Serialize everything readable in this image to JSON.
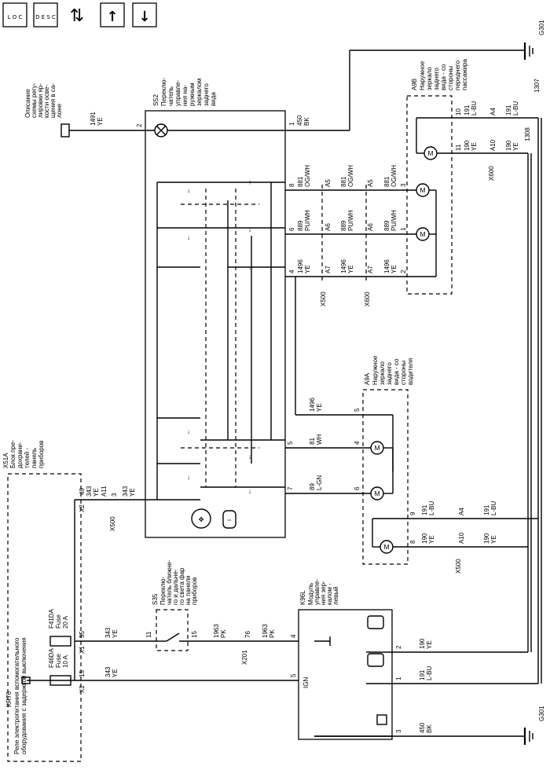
{
  "nav": {
    "loc": "L O C",
    "desc": "D E S C",
    "tools": "⇅",
    "up": "↑",
    "down": "↓"
  },
  "ground_top": "G301",
  "ground_bottom": "G301",
  "s52": {
    "id": "S52",
    "lines": [
      "Переклю-",
      "чатель",
      "управле-",
      "ния на-",
      "ружным",
      "зеркалом",
      "заднего",
      "вида"
    ]
  },
  "note": {
    "lines": [
      "Описание",
      "схемы регу-",
      "лировки яр-",
      "кости осве-",
      "щения в са-",
      "лоне"
    ]
  },
  "a9b": {
    "id": "A9B",
    "lines": [
      "Наружное",
      "зеркало",
      "заднего",
      "вида - со",
      "стороны",
      "переднего",
      "пассажира"
    ]
  },
  "a9a": {
    "id": "A9A",
    "lines": [
      "Наружное",
      "зеркало",
      "заднего",
      "вида - со",
      "стороны",
      "водителя"
    ]
  },
  "x51a": {
    "id": "X51A",
    "lines": [
      "Блок пре-",
      "дохрани-",
      "телей -",
      "панель",
      "приборов"
    ]
  },
  "kr76": {
    "id": "KR76",
    "lines": [
      "Реле электропитания вспомогательного",
      "оборудования с задержкой выключения"
    ]
  },
  "fuse_f41da": [
    "F41DA",
    "Fuse",
    "20 A"
  ],
  "fuse_f46da": [
    "F46DA",
    "Fuse",
    "10 A"
  ],
  "s35": {
    "id": "S35",
    "lines": [
      "Переклю-",
      "чатель ближне-",
      "го и дальне-",
      "го света фар",
      "на панели",
      "приборов"
    ]
  },
  "k96l": {
    "id": "K96L",
    "lines": [
      "Модуль",
      "управле-",
      "ния зер-",
      "калом -",
      "левый"
    ]
  },
  "connectors": {
    "x500": "X500",
    "x600": "X600",
    "x201": "X201",
    "x1": "X1",
    "x2": "X2",
    "ign": "IGN"
  },
  "pins": {
    "a11": "A11",
    "a5": "A5",
    "a6": "A6",
    "a7": "A7",
    "a4": "A4",
    "a10": "A10",
    "p2": "2",
    "p3": "3",
    "p4": "4",
    "p5": "5",
    "p6": "6",
    "p7": "7",
    "p8": "8",
    "p9": "9",
    "p10": "10",
    "p11": "11",
    "p1": "1",
    "p15": "15",
    "p49": "49",
    "p55": "55",
    "p76": "76"
  },
  "wires": {
    "w1491": [
      "1491",
      "YE"
    ],
    "w450": [
      "450",
      "BK"
    ],
    "w881": [
      "881",
      "OG/WH"
    ],
    "w889": [
      "889",
      "PU/WH"
    ],
    "w1496": [
      "1496",
      "YE"
    ],
    "w81": [
      "81",
      "WH"
    ],
    "w89": [
      "89",
      "L-GN"
    ],
    "w343": [
      "343",
      "YE"
    ],
    "w191": [
      "191",
      "L-BU"
    ],
    "w190": [
      "190",
      "YE"
    ],
    "w1963": [
      "1963",
      "PK"
    ],
    "w1307": "1307",
    "w1308": "1308"
  }
}
